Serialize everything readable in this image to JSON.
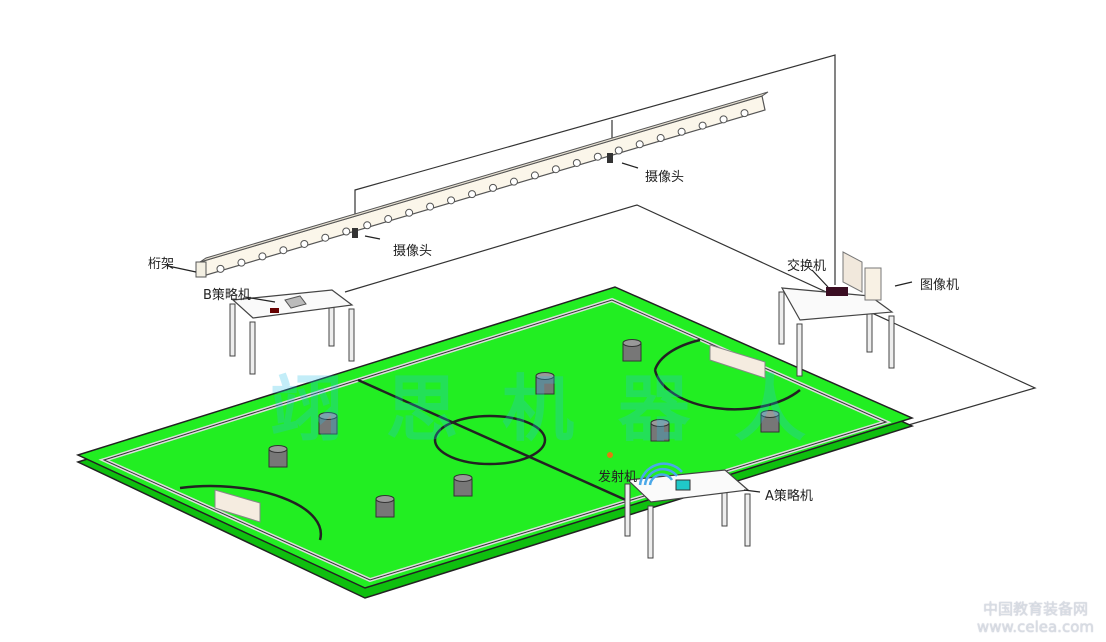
{
  "labels": {
    "truss": "桁架",
    "camera_1": "摄像头",
    "camera_2": "摄像头",
    "strategy_b": "B策略机",
    "switch": "交换机",
    "image_pc": "图像机",
    "transmitter": "发射机",
    "strategy_a": "A策略机"
  },
  "watermark": "翊思机器人",
  "site_watermark": {
    "line1": "中国教育装备网",
    "line2": "www.celea.com"
  },
  "colors": {
    "field": "#22ee22",
    "board": "#11cc11",
    "line": "#222222"
  }
}
